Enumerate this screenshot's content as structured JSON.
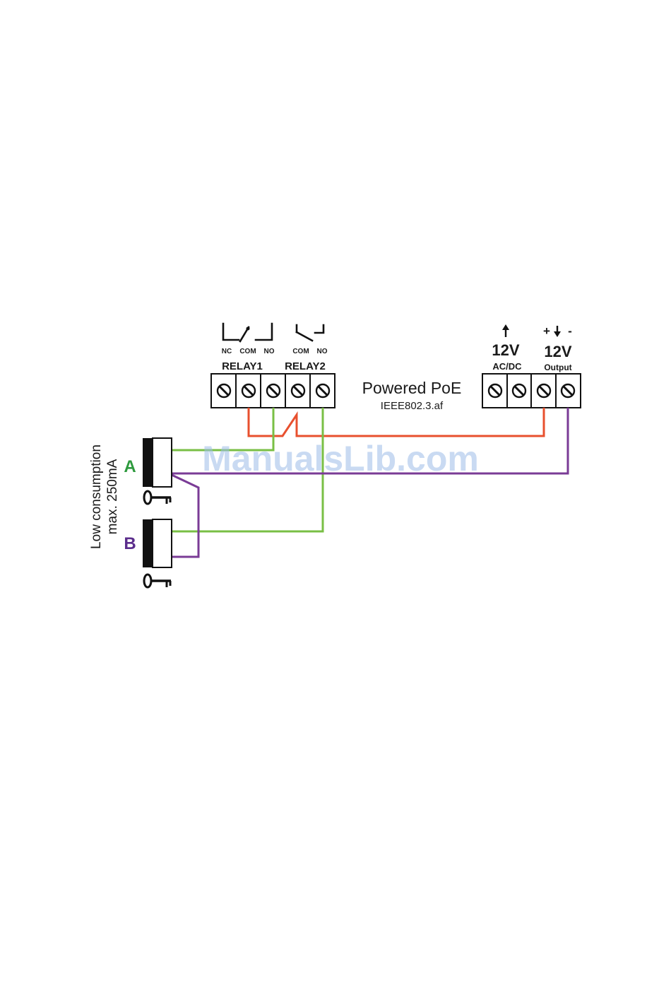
{
  "relay_block": {
    "pin_nc": "NC",
    "pin_com_1": "COM",
    "pin_no_1": "NO",
    "pin_com_2": "COM",
    "pin_no_2": "NO",
    "relay1_label": "RELAY1",
    "relay2_label": "RELAY2"
  },
  "poe": {
    "title": "Powered PoE",
    "standard": "IEEE802.3.af"
  },
  "power_block": {
    "input_voltage": "12V",
    "input_type": "AC/DC",
    "output_polarity": "+",
    "output_minus": "-",
    "output_voltage": "12V",
    "output_label": "Output"
  },
  "locks": {
    "note_line1": "Low consumption",
    "note_line2": "max. 250mA",
    "lock_a": "A",
    "lock_b": "B"
  },
  "watermark": "ManualsLib.com",
  "colors": {
    "wire_red": "#e8502e",
    "wire_green": "#79bf45",
    "wire_purple": "#7a3b96",
    "label_a": "#2e9a3e",
    "label_b": "#5b2d8c",
    "terminal_outline": "#111111"
  }
}
